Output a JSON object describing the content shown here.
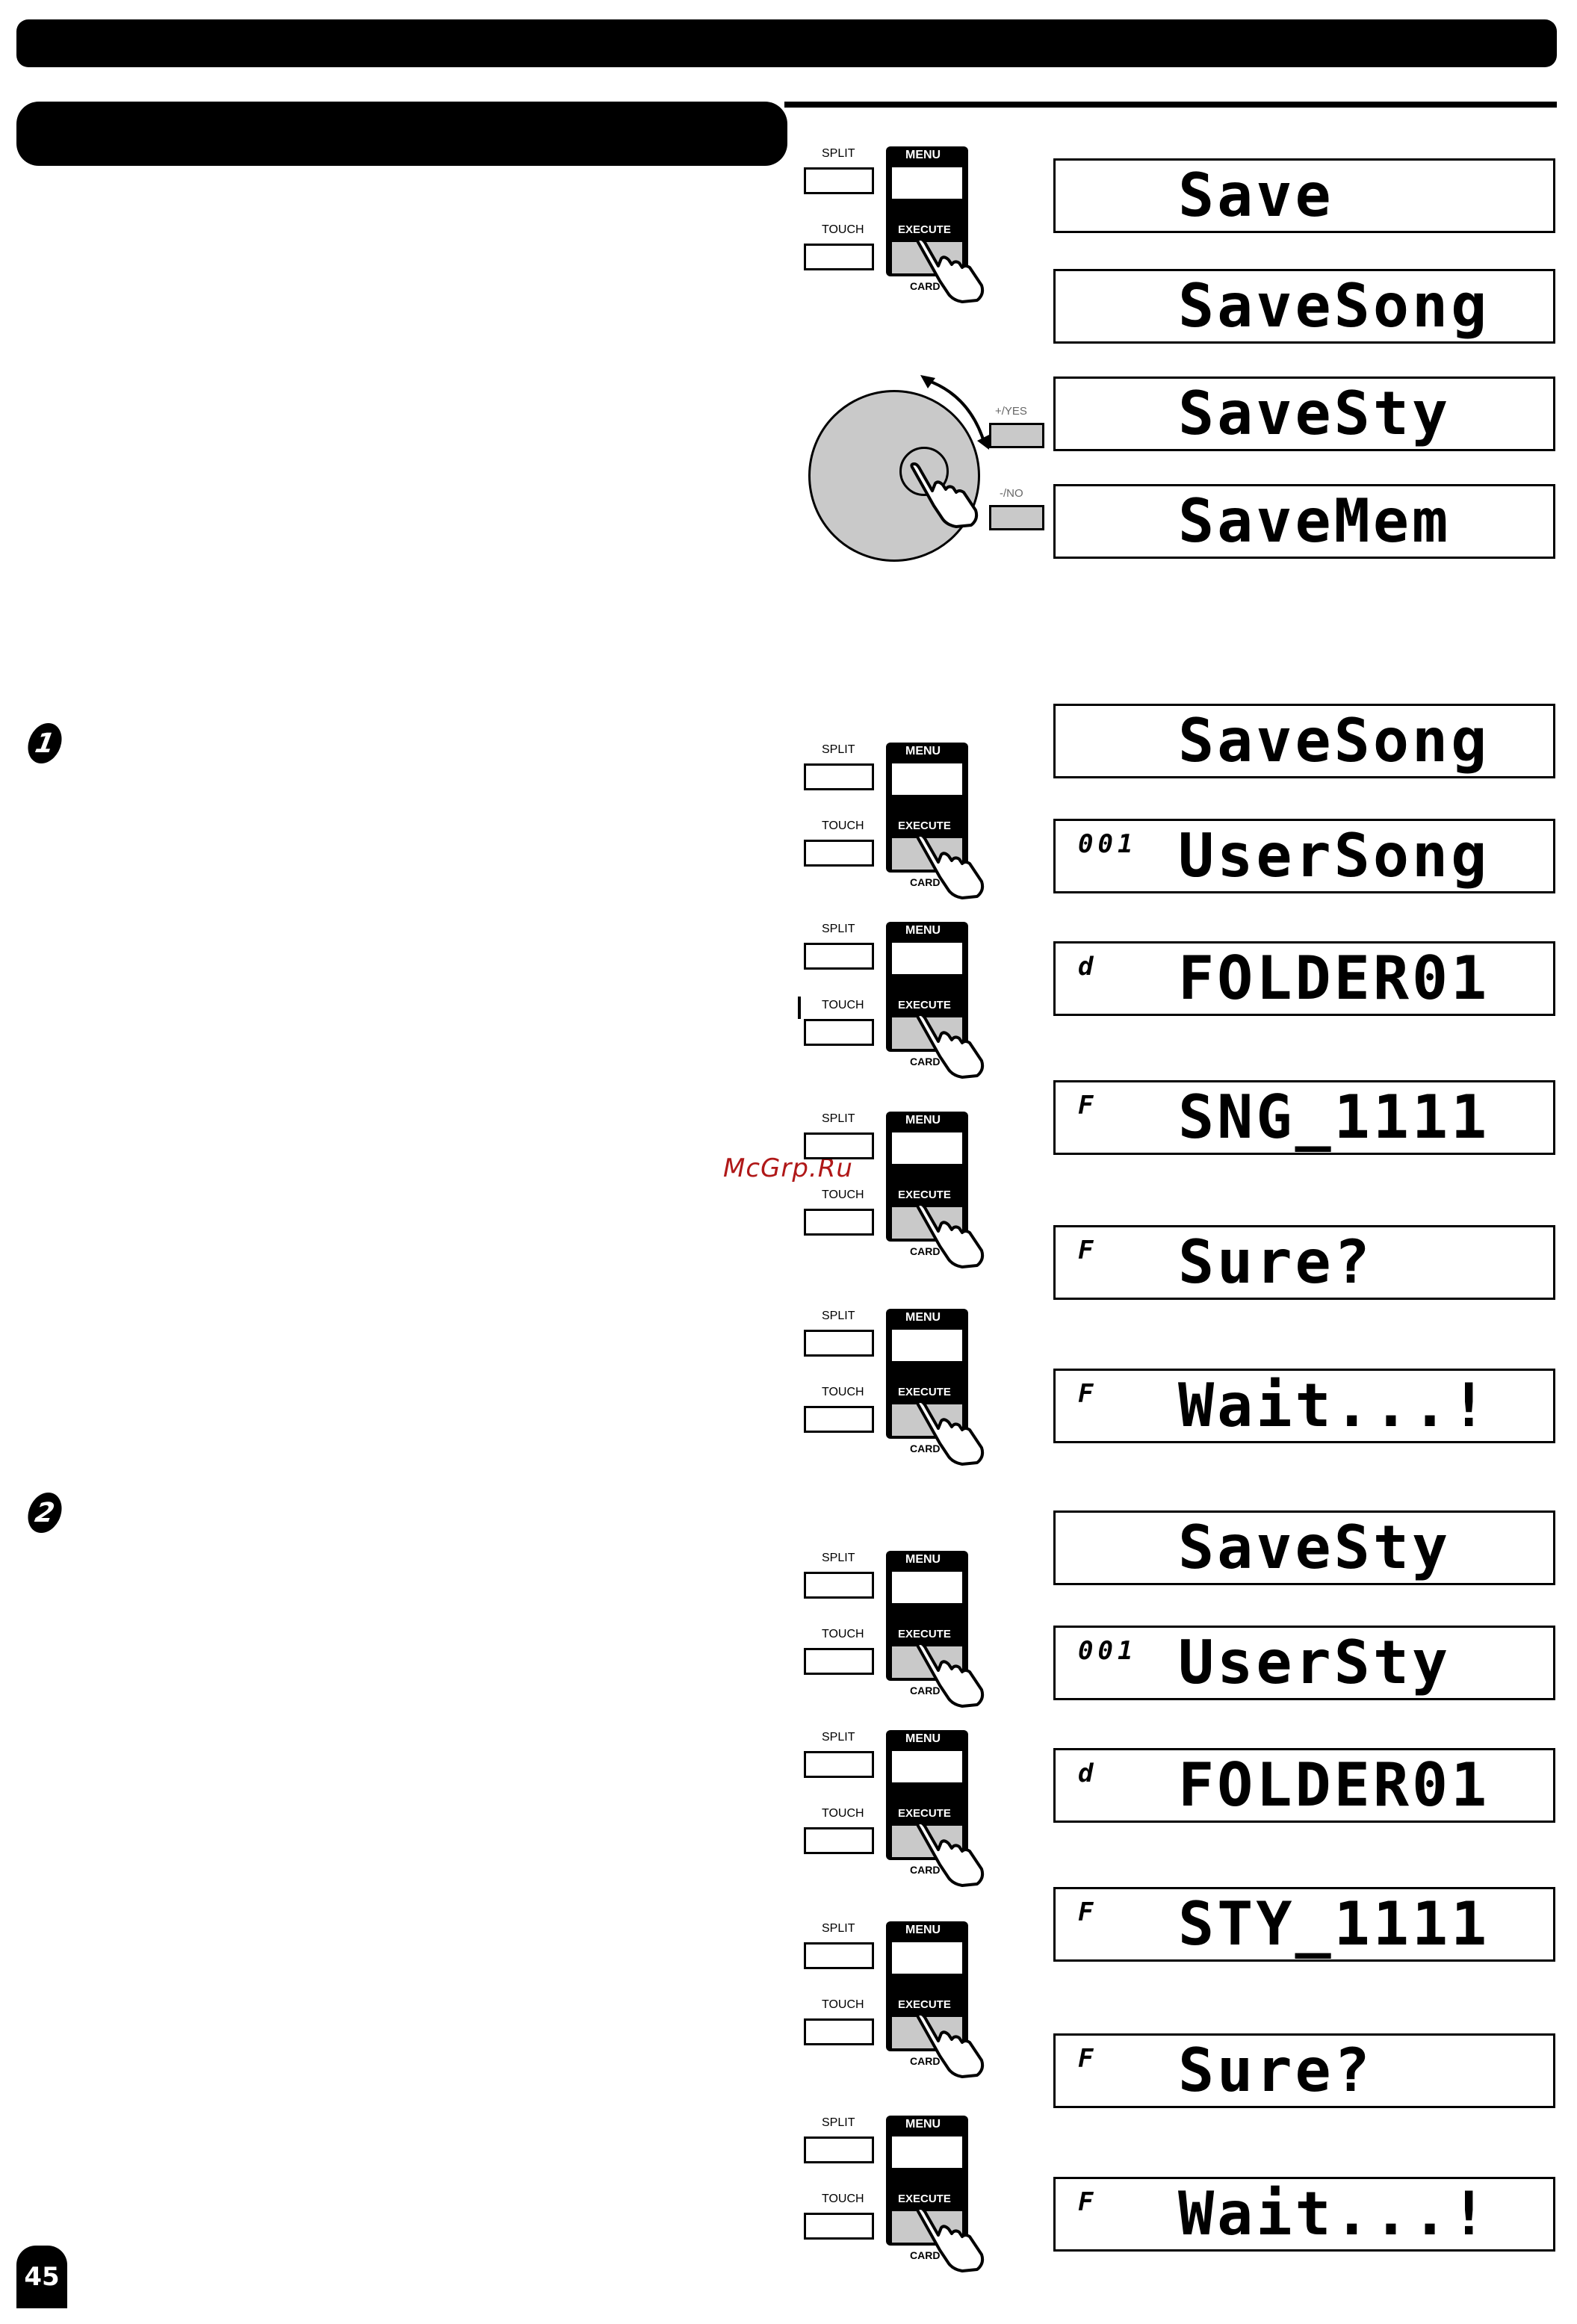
{
  "page_number": "45",
  "watermark": "McGrp.Ru",
  "steps": [
    "1",
    "2"
  ],
  "panel_labels": {
    "split": "SPLIT",
    "touch": "TOUCH",
    "menu": "MENU",
    "execute": "EXECUTE",
    "card": "CARD"
  },
  "dial_labels": {
    "yes": "+/YES",
    "no": "-/NO"
  },
  "displays_top": [
    {
      "ind": "",
      "text": "Save"
    },
    {
      "ind": "",
      "text": "SaveSong"
    },
    {
      "ind": "",
      "text": "SaveSty"
    },
    {
      "ind": "",
      "text": "SaveMem"
    }
  ],
  "displays_step1": [
    {
      "ind": "",
      "text": "SaveSong"
    },
    {
      "ind": "001",
      "text": "UserSong"
    },
    {
      "ind": "d",
      "text": "FOLDER01"
    },
    {
      "ind": "F",
      "text": "SNG_1111"
    },
    {
      "ind": "F",
      "text": "Sure?"
    },
    {
      "ind": "F",
      "text": "Wait...!"
    }
  ],
  "displays_step2": [
    {
      "ind": "",
      "text": "SaveSty"
    },
    {
      "ind": "001",
      "text": "UserSty"
    },
    {
      "ind": "d",
      "text": "FOLDER01"
    },
    {
      "ind": "F",
      "text": "STY_1111"
    },
    {
      "ind": "F",
      "text": "Sure?"
    },
    {
      "ind": "F",
      "text": "Wait...!"
    }
  ]
}
